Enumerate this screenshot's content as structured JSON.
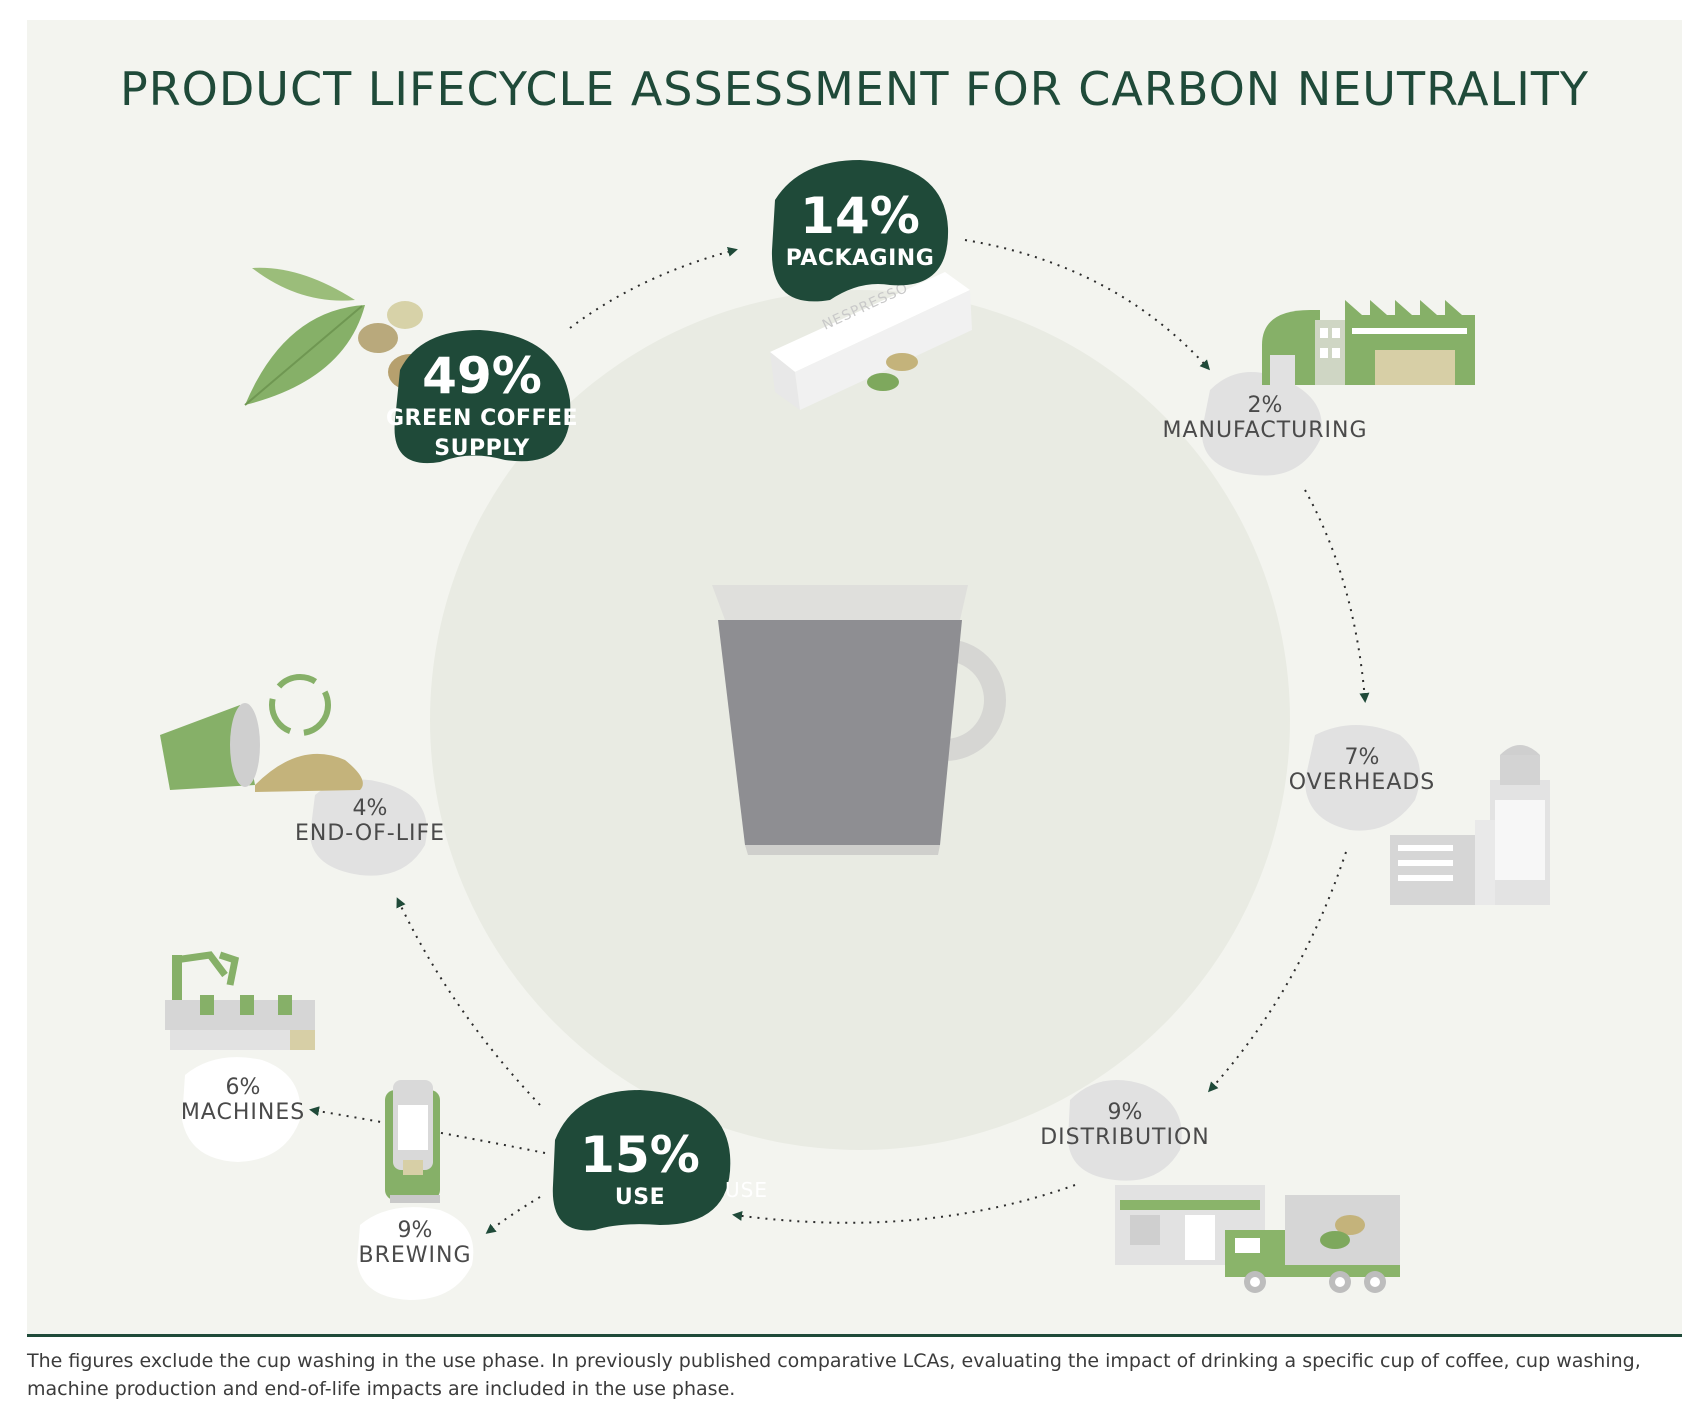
{
  "title": "PRODUCT LIFECYCLE ASSESSMENT FOR CARBON NEUTRALITY",
  "colors": {
    "dark_green": "#1f4a39",
    "light_green": "#8ab46a",
    "grey_blob": "#e1e1e1",
    "background": "#f3f4ef"
  },
  "stages": {
    "green_coffee_supply": {
      "pct": "49%",
      "name_line1": "GREEN COFFEE",
      "name_line2": "SUPPLY"
    },
    "packaging": {
      "pct": "14%",
      "name": "PACKAGING"
    },
    "manufacturing": {
      "pct": "2%",
      "name": "MANUFACTURING"
    },
    "overheads": {
      "pct": "7%",
      "name": "OVERHEADS"
    },
    "distribution": {
      "pct": "9%",
      "name": "DISTRIBUTION"
    },
    "use": {
      "pct": "15%",
      "name": "USE",
      "ghost_label": "USE"
    },
    "brewing": {
      "pct": "9%",
      "name": "BREWING"
    },
    "machines": {
      "pct": "6%",
      "name": "MACHINES"
    },
    "end_of_life": {
      "pct": "4%",
      "name": "END-OF-LIFE"
    }
  },
  "capsule_box_text": "NESPRESSO",
  "footnote_line1": "The figures exclude the cup washing in the use phase. In previously published comparative LCAs, evaluating the impact of drinking a specific cup of coffee, cup washing,",
  "footnote_line2": "machine production and end-of-life impacts are included in the use phase."
}
